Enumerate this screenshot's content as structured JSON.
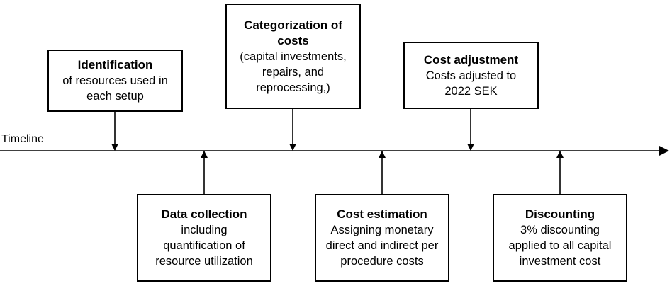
{
  "timeline_label": "Timeline",
  "steps": {
    "identification": {
      "title": "Identification",
      "body": [
        "of resources used in",
        "each setup"
      ]
    },
    "data_collection": {
      "title": "Data collection",
      "body": [
        "including",
        "quantification of",
        "resource utilization"
      ]
    },
    "categorization": {
      "title": [
        "Categorization of",
        "costs"
      ],
      "body": [
        "(capital investments,",
        "repairs, and",
        "reprocessing,)"
      ]
    },
    "cost_estimation": {
      "title": "Cost estimation",
      "body": [
        "Assigning monetary",
        "direct and indirect per",
        "procedure costs"
      ]
    },
    "cost_adjustment": {
      "title": "Cost adjustment",
      "body": [
        "Costs adjusted to",
        "2022 SEK"
      ]
    },
    "discounting": {
      "title": "Discounting",
      "body": [
        "3% discounting",
        "applied to all capital",
        "investment cost"
      ]
    }
  },
  "colors": {
    "line": "#000000",
    "box_border": "#000000",
    "background": "#ffffff"
  }
}
